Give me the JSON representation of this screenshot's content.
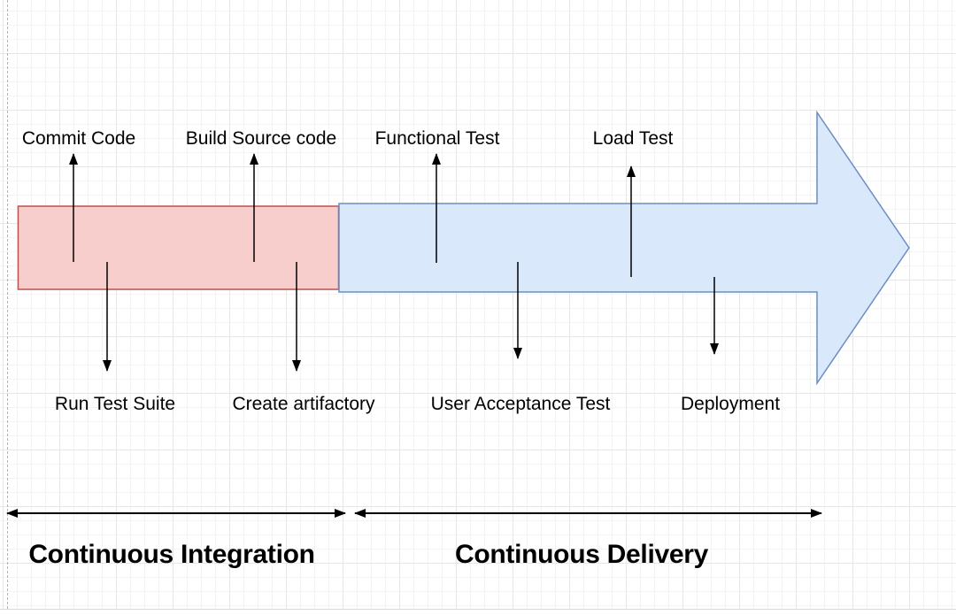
{
  "pipeline": {
    "ci": {
      "label": "Continuous Integration",
      "bar_fill": "#f8cecc",
      "bar_stroke": "#b85450",
      "steps_above": [
        "Commit Code",
        "Build Source code"
      ],
      "steps_below": [
        "Run Test Suite",
        "Create artifactory"
      ]
    },
    "cd": {
      "label": "Continuous Delivery",
      "bar_fill": "#dae8fc",
      "bar_stroke": "#6c8ebf",
      "steps_above": [
        "Functional Test",
        "Load Test"
      ],
      "steps_below": [
        "User Acceptance Test",
        "Deployment"
      ]
    }
  },
  "icons": {
    "connector_arrow_color": "#000000"
  }
}
